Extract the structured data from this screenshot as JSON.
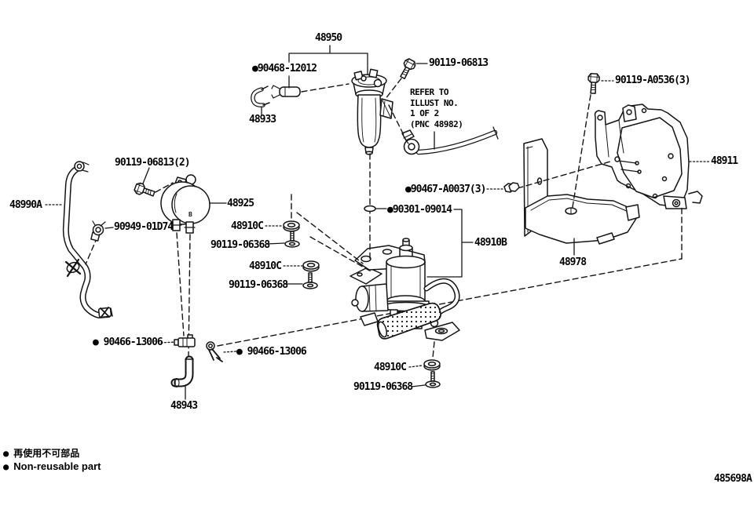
{
  "labels": {
    "p48950": "48950",
    "p90468": "●90468-12012",
    "p48933": "48933",
    "p90119_06813": "90119-06813",
    "p90119_a0536": "90119-A0536(3)",
    "p48911": "48911",
    "p48990a": "48990A",
    "p90119_06813_2": "90119-06813(2)",
    "p90949": "90949-01D74",
    "p48925": "48925",
    "p48910c_1": "48910C",
    "p90119_06368_1": "90119-06368",
    "p48910c_2": "48910C",
    "p90119_06368_2": "90119-06368",
    "p90301": "●90301-09014",
    "p90467": "●90467-A0037(3)",
    "p48910b": "48910B",
    "p48978": "48978",
    "p90466_1": "● 90466-13006",
    "p90466_2": "● 90466-13006",
    "p48943": "48943",
    "p48910c_3": "48910C",
    "p90119_06368_3": "90119-06368"
  },
  "note_lines": [
    "REFER TO",
    "ILLUST NO.",
    "1 OF 2",
    "(PNC 48982)"
  ],
  "legend": {
    "bullet": "●",
    "jp": "再使用不可部品",
    "en": "Non-reusable part"
  },
  "footer_code": "485698A",
  "accumulator_mark": "B",
  "colors": {
    "line": "#141414",
    "background": "#ffffff"
  }
}
